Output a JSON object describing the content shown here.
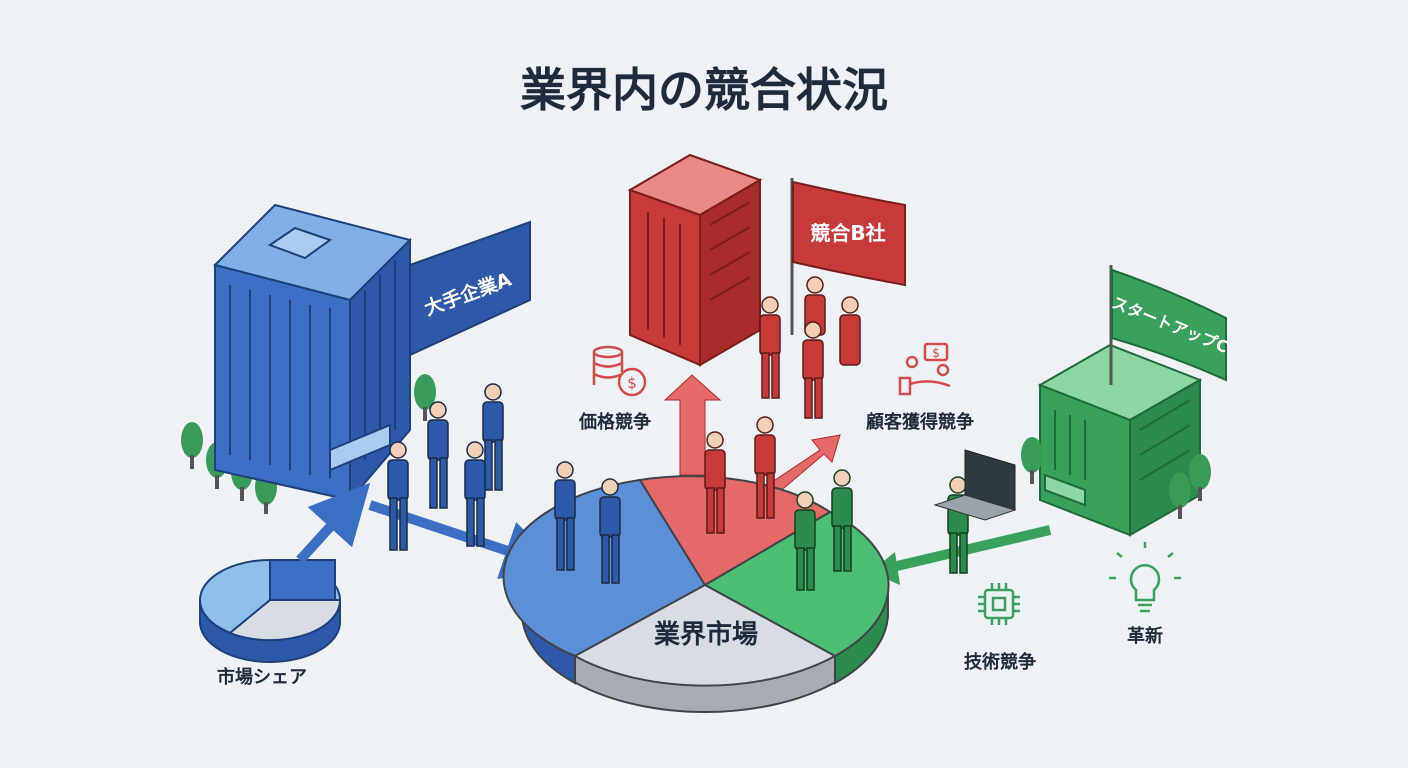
{
  "title": "業界内の競合状況",
  "companies": {
    "a": {
      "label": "大手企業A",
      "color": "#3a6fc4"
    },
    "b": {
      "label": "競合B社",
      "color": "#c73a3a"
    },
    "c": {
      "label": "スタートアップC",
      "color": "#3aa05e"
    }
  },
  "market": {
    "label": "業界市場"
  },
  "labels": {
    "market_share": "市場シェア",
    "price_competition": "価格競争",
    "customer_competition": "顧客獲得競争",
    "tech_competition": "技術競争",
    "innovation": "革新"
  },
  "icons": [
    "coins-dollar-icon",
    "customer-hand-icon",
    "chip-icon",
    "lightbulb-icon",
    "tree-icon",
    "laptop-icon",
    "flag-icon",
    "building-icon",
    "pie-chart-icon",
    "arrow-icon"
  ]
}
